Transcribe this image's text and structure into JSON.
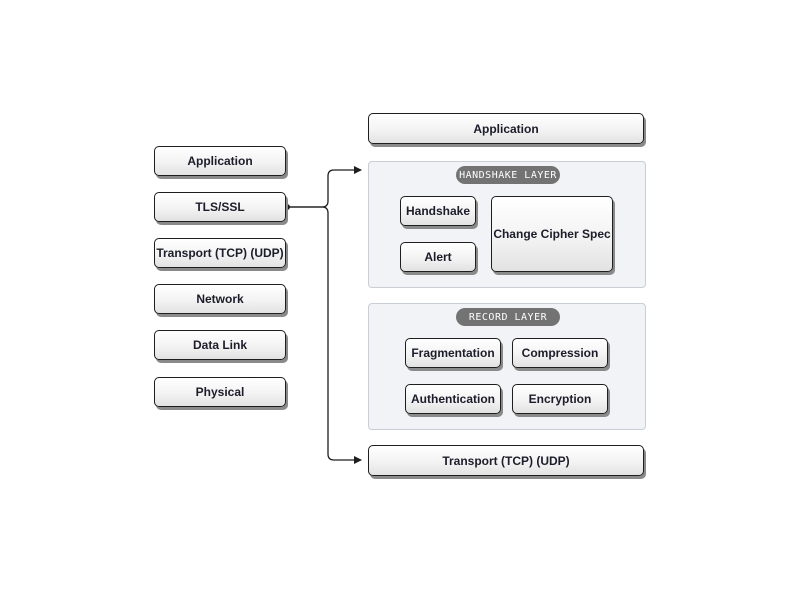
{
  "left_stack": {
    "application": "Application",
    "tls_ssl": "TLS/SSL",
    "transport": "Transport (TCP) (UDP)",
    "network": "Network",
    "data_link": "Data Link",
    "physical": "Physical"
  },
  "right_stack": {
    "application": "Application",
    "handshake_layer": {
      "title": "HANDSHAKE LAYER",
      "handshake": "Handshake",
      "alert": "Alert",
      "change_cipher_spec": "Change Cipher Spec"
    },
    "record_layer": {
      "title": "RECORD LAYER",
      "fragmentation": "Fragmentation",
      "compression": "Compression",
      "authentication": "Authentication",
      "encryption": "Encryption"
    },
    "transport": "Transport (TCP) (UDP)"
  },
  "colors": {
    "stroke": "#1e1e1e",
    "panel_fill": "#f1f3f6",
    "pill_fill": "#737373"
  }
}
